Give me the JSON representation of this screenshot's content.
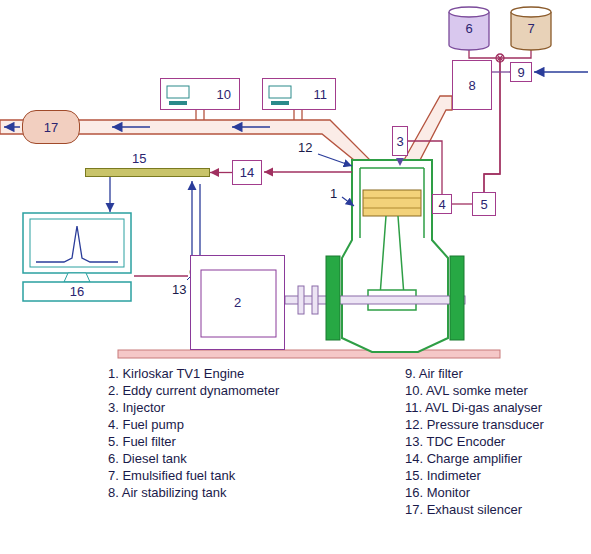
{
  "diagram": {
    "nodes": [
      {
        "text": [
          "6"
        ]
      },
      {
        "text": [
          "7"
        ]
      },
      {
        "text": [
          "10"
        ]
      },
      {
        "text": [
          "11"
        ]
      },
      {
        "text": [
          "8"
        ]
      },
      {
        "text": [
          "9"
        ]
      },
      {
        "text": [
          "17"
        ]
      },
      {
        "text": [
          "3"
        ]
      },
      {
        "text": [
          "15"
        ]
      },
      {
        "text": [
          "14"
        ]
      },
      {
        "text": [
          "5"
        ]
      },
      {
        "text": [
          "4"
        ]
      },
      {
        "text": [
          "16"
        ]
      },
      {
        "text": [
          "2"
        ]
      }
    ],
    "edges": [
      {
        "from": 0,
        "to": 10,
        "arrow": "none"
      },
      {
        "from": 1,
        "to": 10,
        "arrow": "none"
      },
      {
        "from": 10,
        "to": 11,
        "arrow": "none"
      },
      {
        "from": 11,
        "to": 7,
        "arrow": "none"
      },
      {
        "from": 5,
        "to": 4,
        "arrow": "none"
      },
      {
        "from": 9,
        "to": 8,
        "arrow": "to"
      },
      {
        "from": 8,
        "to": 12,
        "arrow": "to"
      }
    ],
    "labels": [
      "1",
      "12",
      "13",
      "1. Kirloskar TV1 Engine",
      "2. Eddy current dynamometer",
      "3. Injector",
      "4. Fuel pump",
      "5. Fuel filter",
      "6. Diesel tank",
      "7. Emulsified fuel tank",
      "8. Air stabilizing tank",
      "9.  Air filter",
      "10. AVL somke meter",
      "11. AVL Di-gas analyser",
      "12. Pressure transducer",
      "13. TDC Encoder",
      "14. Charge amplifier",
      "15. Indimeter",
      "16. Monitor",
      "17. Exhaust silencer"
    ]
  }
}
